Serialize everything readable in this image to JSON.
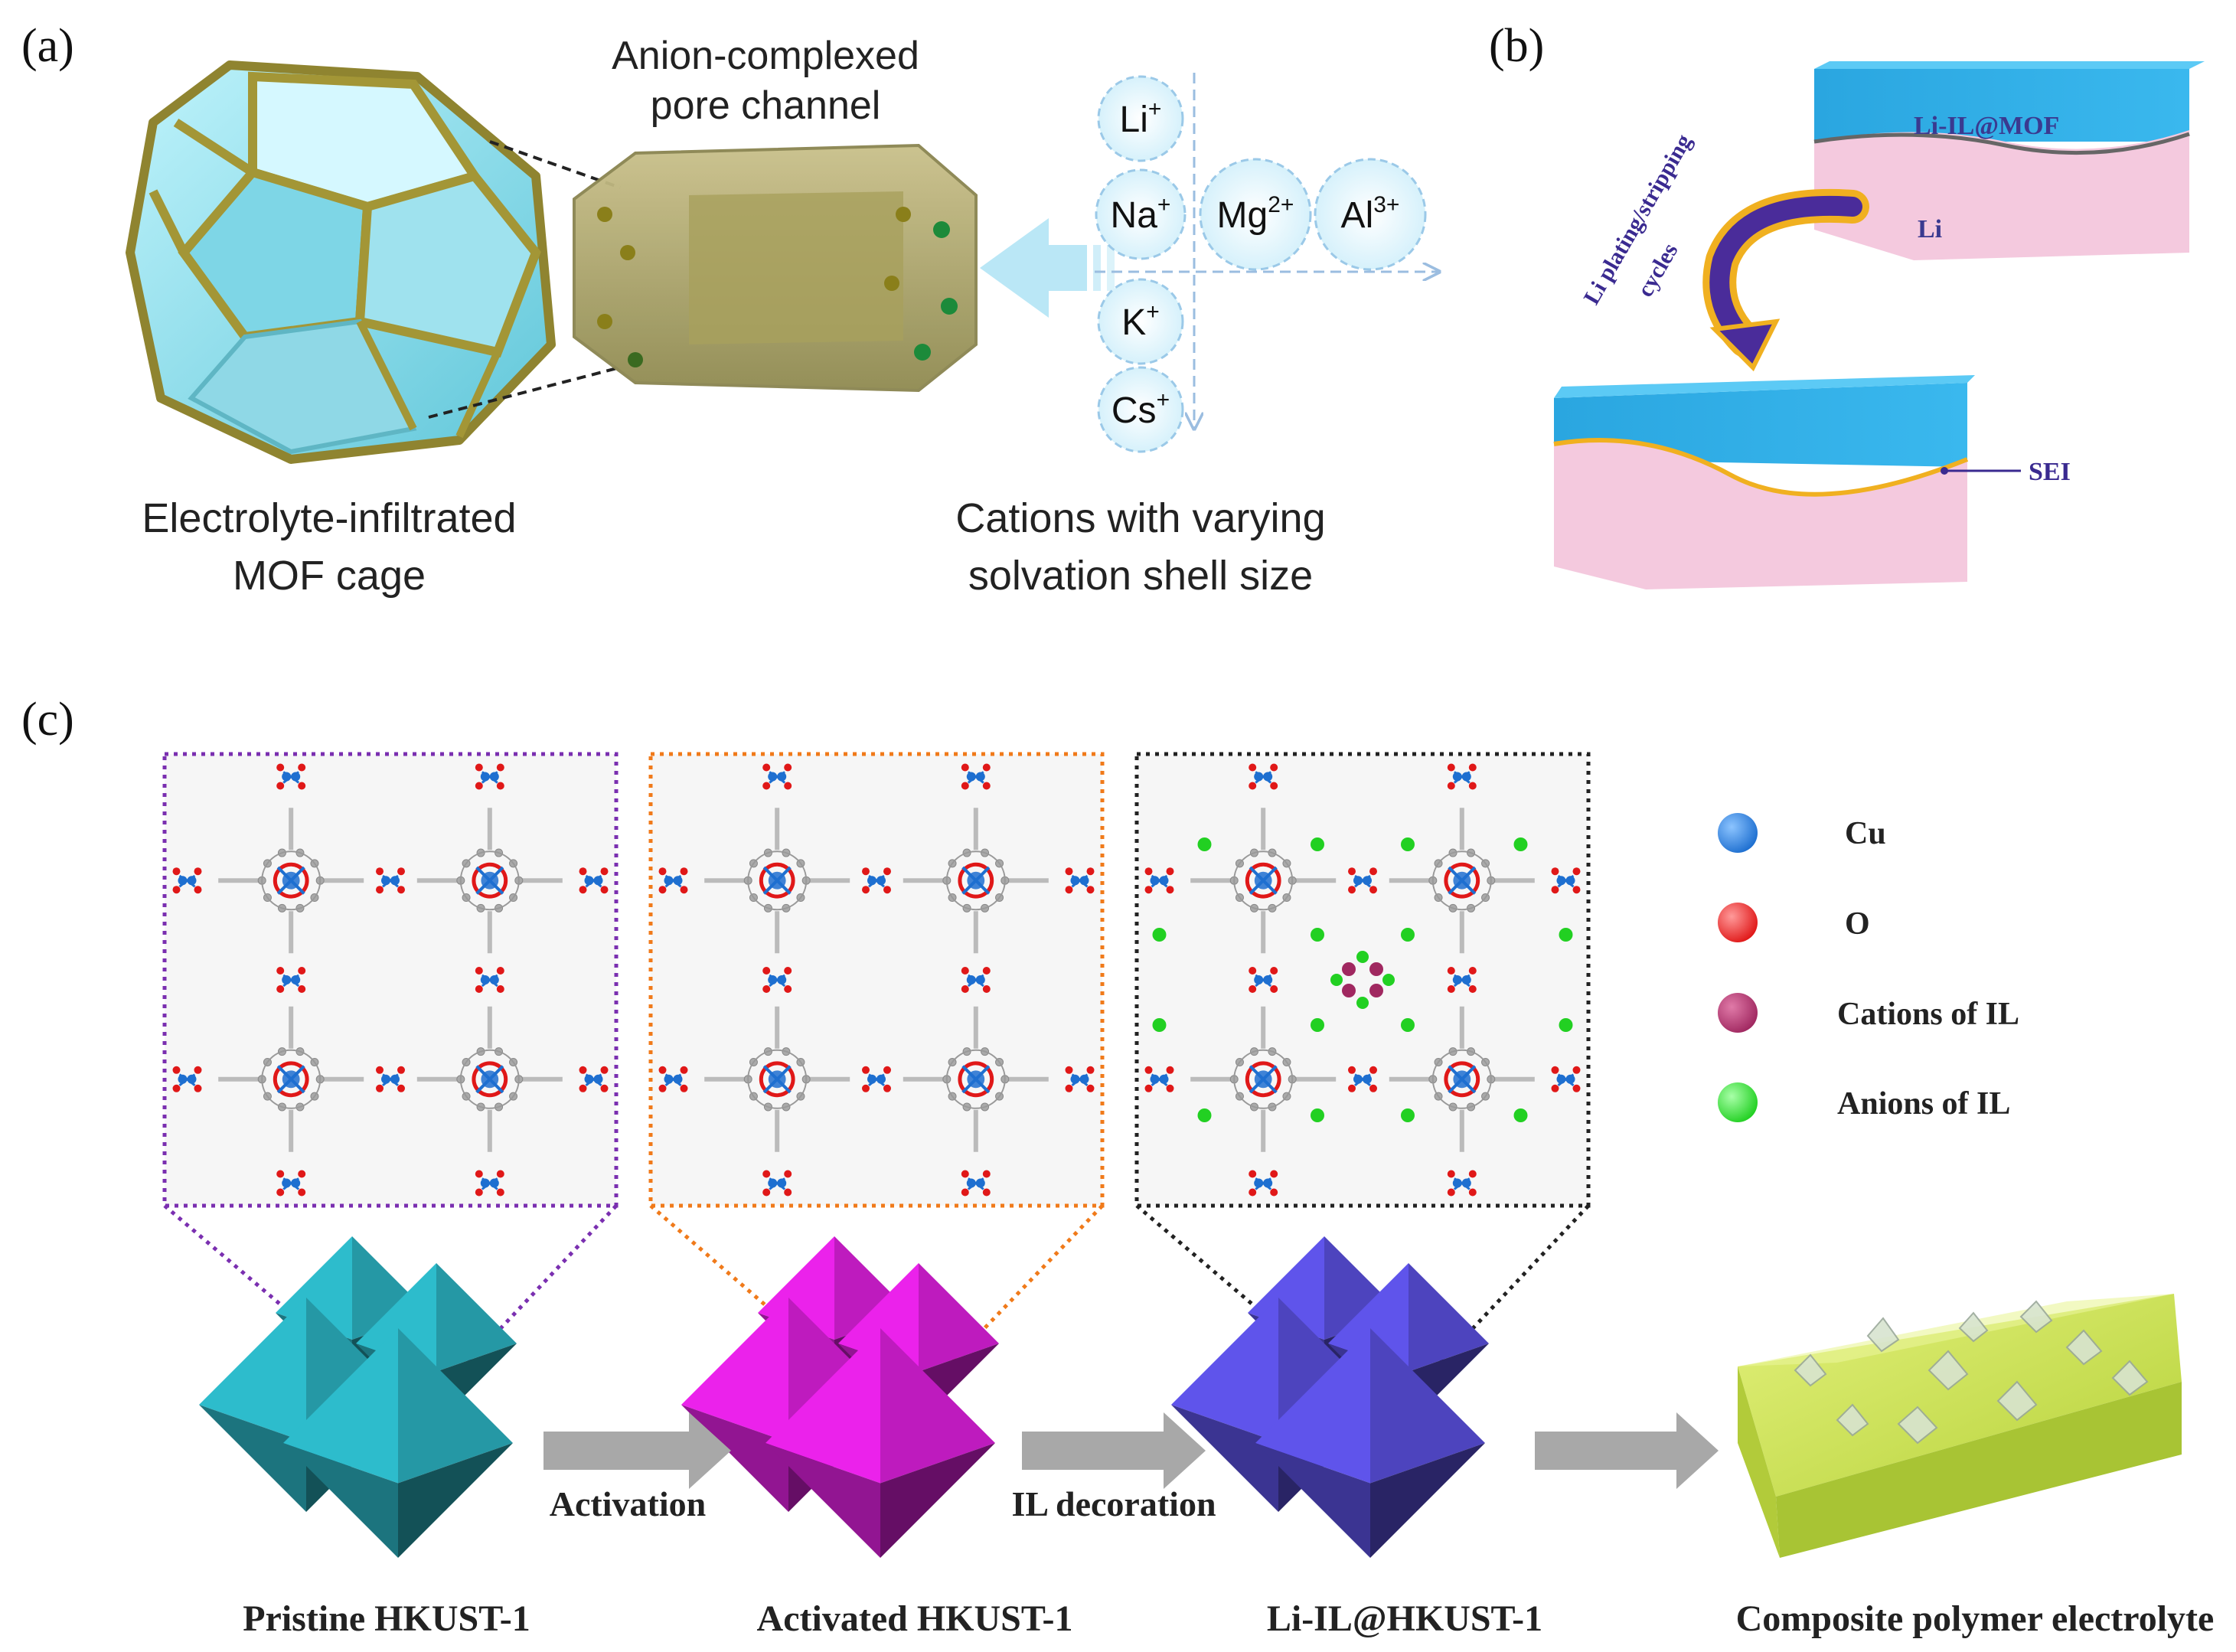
{
  "panel_a": {
    "label": "(a)",
    "cage_caption_line1": "Electrolyte-infiltrated",
    "cage_caption_line2": "MOF cage",
    "channel_caption_line1": "Anion-complexed",
    "channel_caption_line2": "pore channel",
    "cations_caption_line1": "Cations with varying",
    "cations_caption_line2": "solvation shell size",
    "ions": [
      {
        "base": "Li",
        "charge": "+"
      },
      {
        "base": "Na",
        "charge": "+"
      },
      {
        "base": "Mg",
        "charge": "2+"
      },
      {
        "base": "Al",
        "charge": "3+"
      },
      {
        "base": "K",
        "charge": "+"
      },
      {
        "base": "Cs",
        "charge": "+"
      }
    ]
  },
  "panel_b": {
    "label": "(b)",
    "top_layer": "Li-IL@MOF",
    "bottom_layer": "Li",
    "arrow_line1": "Li plating/stripping",
    "arrow_line2": "cycles",
    "sei": "SEI"
  },
  "panel_c": {
    "label": "(c)",
    "stages": [
      {
        "name": "Pristine HKUST-1",
        "crystal_color": "#2bb3c2",
        "frame_color": "#7a2fb0"
      },
      {
        "name": "Activated HKUST-1",
        "crystal_color": "#e020e0",
        "frame_color": "#f07a1a"
      },
      {
        "name": "Li-IL@HKUST-1",
        "crystal_color": "#5a50e0",
        "frame_color": "#222222"
      },
      {
        "name": "Composite polymer electrolyte",
        "crystal_color": "#c8e040"
      }
    ],
    "arrows": [
      "Activation",
      "IL decoration",
      ""
    ],
    "legend": [
      {
        "label": "Cu",
        "color": "#1e6fd0"
      },
      {
        "label": "O",
        "color": "#e01818"
      },
      {
        "label": "Cations of IL",
        "color": "#a02860"
      },
      {
        "label": "Anions of IL",
        "color": "#22d022"
      }
    ]
  }
}
